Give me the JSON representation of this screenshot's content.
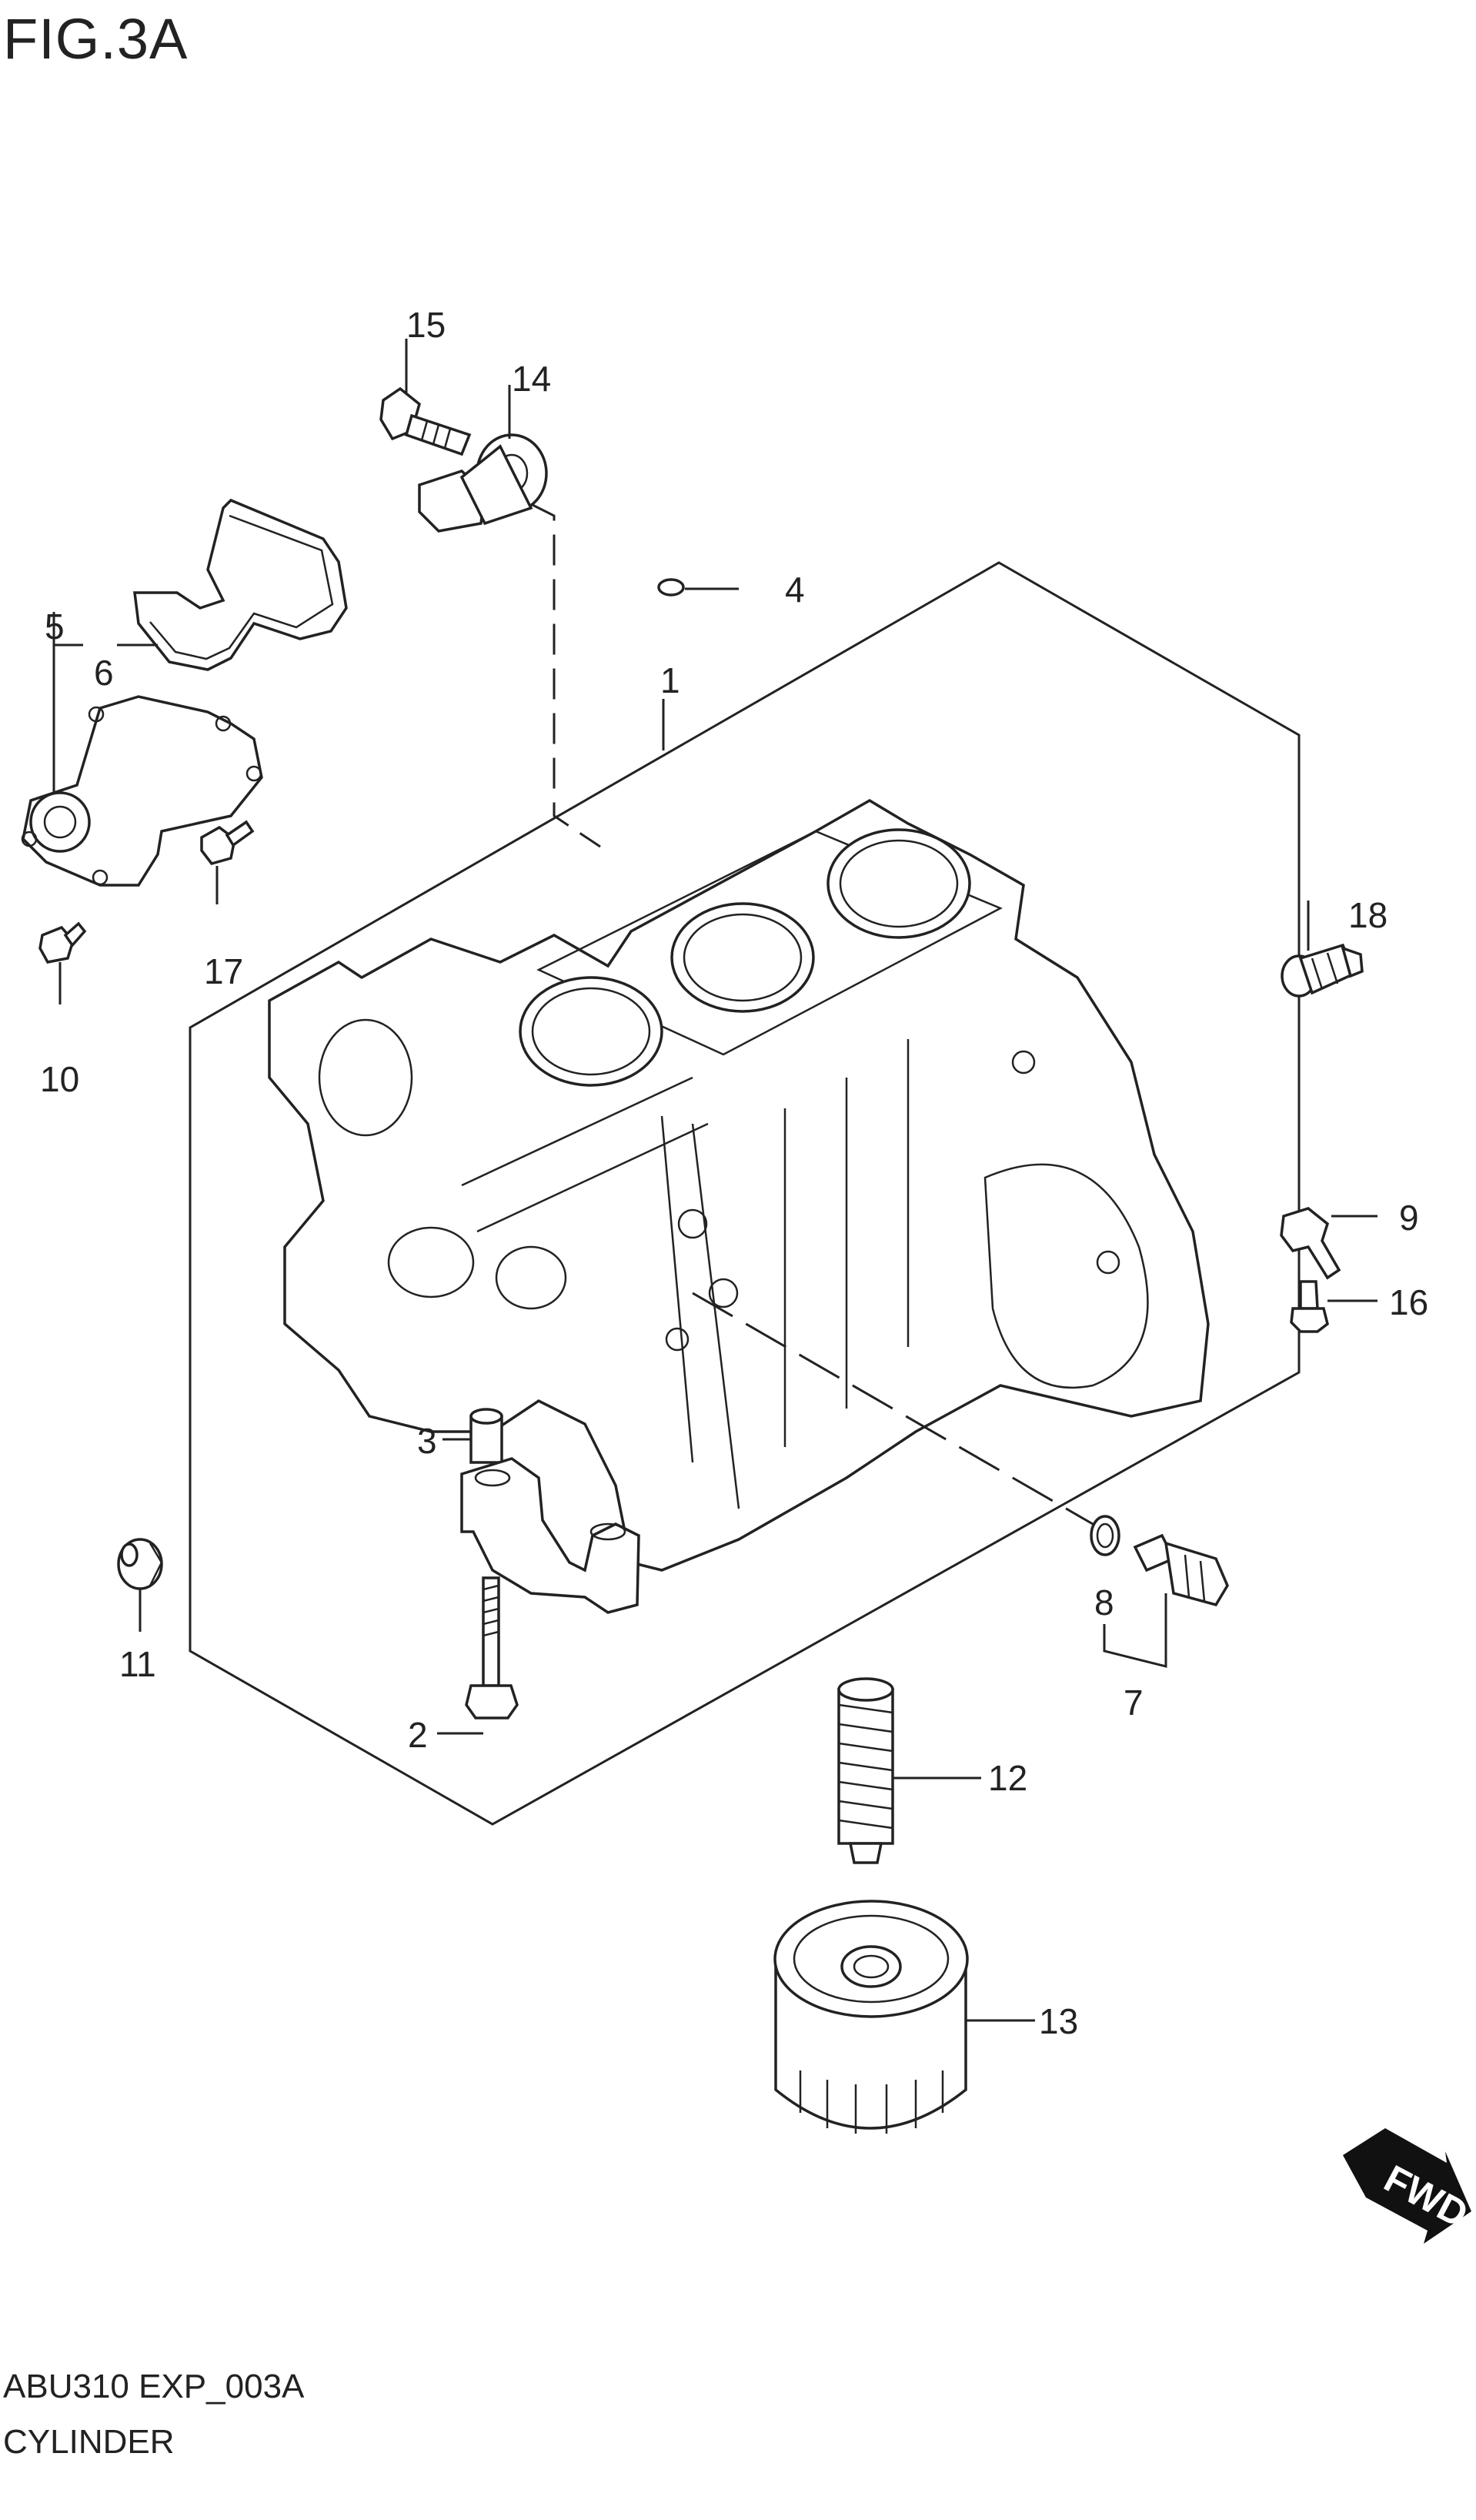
{
  "figure": {
    "title": "FIG.3A"
  },
  "footer": {
    "code": "ABU310 EXP_003A",
    "name": "CYLINDER"
  },
  "direction_badge": "FWD",
  "callouts": [
    "1",
    "2",
    "3",
    "4",
    "5",
    "6",
    "7",
    "8",
    "9",
    "10",
    "11",
    "12",
    "13",
    "14",
    "15",
    "16",
    "17",
    "18"
  ]
}
